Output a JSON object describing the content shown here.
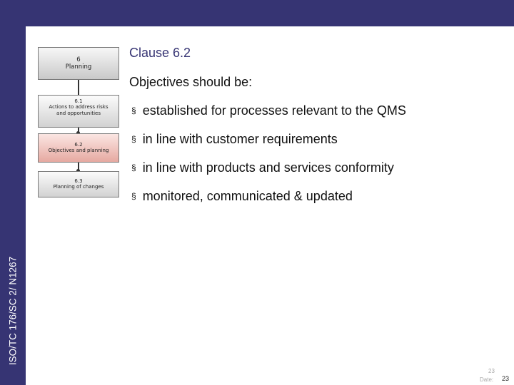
{
  "side_label": "ISO/TC 176/SC 2/ N1267",
  "flowchart": {
    "main": {
      "number": "6",
      "title": "Planning"
    },
    "items": [
      {
        "number": "6.1",
        "title_line1": "Actions to address risks",
        "title_line2": "and opportunities"
      },
      {
        "number": "6.2",
        "title_line1": "Objectives and planning"
      },
      {
        "number": "6.3",
        "title_line1": "Planning of changes"
      }
    ]
  },
  "content": {
    "title": "Clause 6.2",
    "intro": "Objectives should be:",
    "bullet_symbol": "§",
    "bullets": [
      "established for processes relevant to the QMS",
      "in line with customer requirements",
      "in line with products and services conformity",
      "monitored, communicated & updated"
    ]
  },
  "footer": {
    "page_small": "23",
    "date_label": "Date:",
    "page_number": "23"
  },
  "colors": {
    "brand": "#363473",
    "highlight_box": "#e6a9a1"
  }
}
